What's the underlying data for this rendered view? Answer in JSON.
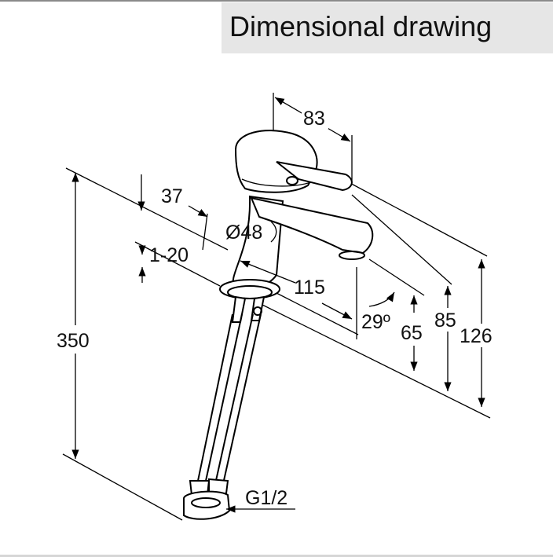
{
  "title": "Dimensional drawing",
  "dimensions": {
    "spout_length": "83",
    "lever_offset": "37",
    "diameter": "Ø48",
    "deck_thickness": "1-20",
    "reach": "115",
    "spout_angle": "29º",
    "height_65": "65",
    "height_85": "85",
    "height_126": "126",
    "hose_length": "350",
    "thread": "G1/2"
  }
}
